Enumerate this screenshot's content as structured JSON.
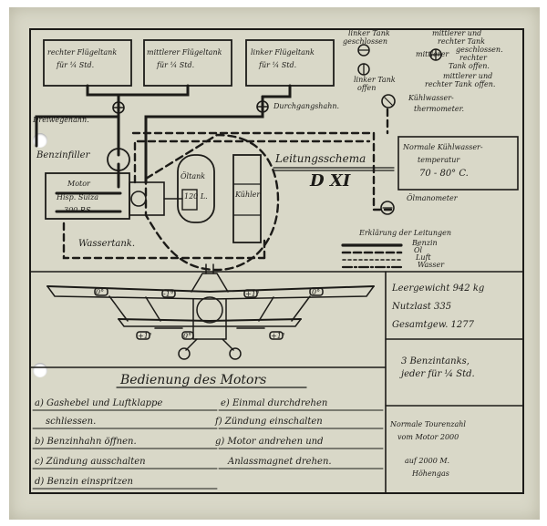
{
  "tanks": {
    "right": [
      "rechter Flügeltank",
      "für ¼ Std."
    ],
    "middle": [
      "mittlerer Flügeltank",
      "für ¼ Std."
    ],
    "left": [
      "linker Flügeltank",
      "für ¼ Std."
    ]
  },
  "valve_legend": {
    "left_closed": [
      "linker Tank",
      "geschlossen"
    ],
    "left_open": [
      "linker Tank",
      "offen"
    ],
    "mid_right_closed": [
      "mittlerer und",
      "rechter Tank",
      "geschlossen."
    ],
    "mid_right_open": [
      "mittlerer",
      "rechter",
      "Tank offen."
    ],
    "mid_right_open2": [
      "mittlerer und",
      "rechter Tank offen."
    ]
  },
  "labels": {
    "dreiwegehahn": "Dreiwegehahn.",
    "durchgangshahn": "Durchgangshahn.",
    "benzinfiller": "Benzinfiller",
    "motor": [
      "Motor",
      "Hisp. Suiza",
      "300 P.S."
    ],
    "wassertank": "Wassertank.",
    "oeltank": [
      "Öltank",
      "120 L."
    ],
    "kuehler": "Kühler",
    "kuehlwasserthermometer": [
      "Kühlwasser-",
      "thermometer."
    ],
    "oelmanometer": "Ölmanometer",
    "schema_title": "Leitungsschema",
    "schema_model": "D XI"
  },
  "normal_temp": [
    "Normale Kühlwasser-",
    "temperatur",
    "70 - 80° C."
  ],
  "line_legend": {
    "title": "Erklärung der Leitungen",
    "items": [
      "Benzin",
      "Öl",
      "Luft",
      "Wasser"
    ]
  },
  "weights": {
    "leergewicht": "Leergewicht  942 kg",
    "nutzlast": "Nutzlast  335",
    "gesamtgew": "Gesamtgew.  1277"
  },
  "tanks_note": [
    "3 Benzintanks,",
    "jeder für ¼ Std."
  ],
  "rpm_note": [
    "Normale Tourenzahl",
    "vom Motor 2000"
  ],
  "altitude_note": [
    "auf 2000 M.",
    "Höhengas"
  ],
  "plane_marks": [
    "0°",
    "-1°",
    "+1°",
    "0°",
    "+1°",
    "0°",
    "+1°"
  ],
  "bedienung": {
    "title": "Bedienung des Motors",
    "left": [
      "a) Gashebel und Luftklappe",
      "schliessen.",
      "b) Benzinhahn öffnen.",
      "c) Zündung ausschalten",
      "d) Benzin einspritzen"
    ],
    "right": [
      "e) Einmal durchdrehen",
      "f) Zündung einschalten",
      "g) Motor andrehen und",
      "Anlassmagnet drehen."
    ]
  },
  "colors": {
    "paper": "#d9d8c8",
    "ink": "#1c1b18"
  }
}
